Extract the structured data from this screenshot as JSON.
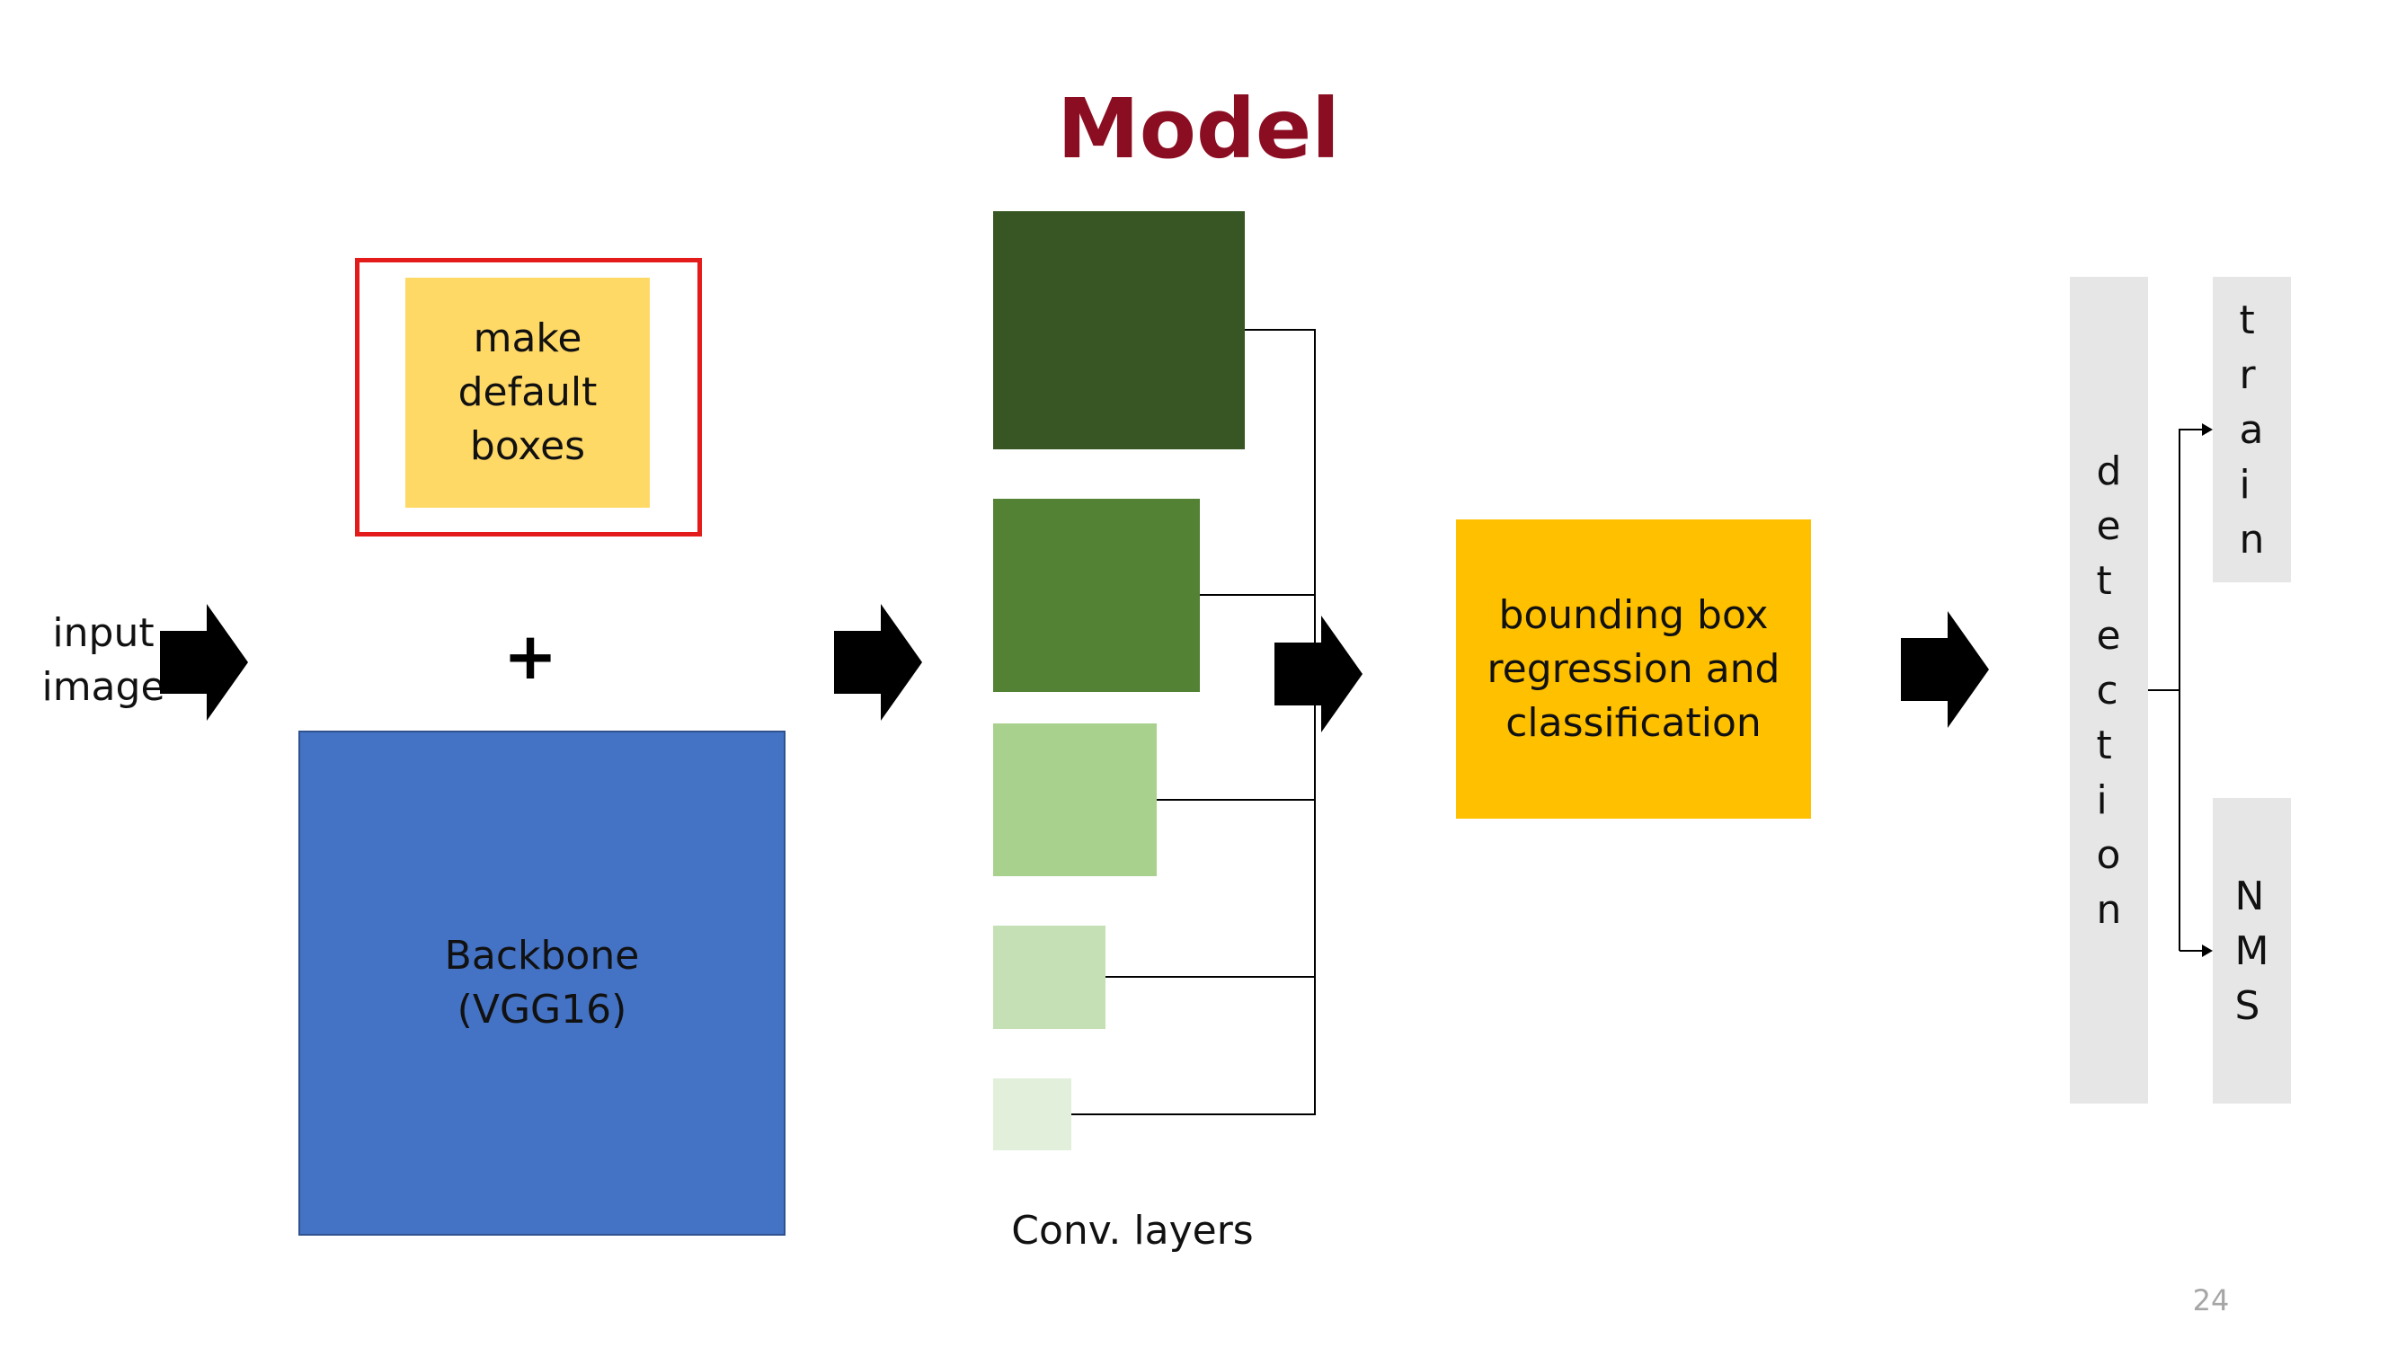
{
  "title": "Model",
  "input_label": "input\nimage",
  "plus_sign": "+",
  "default_boxes_label": "make\ndefault\nboxes",
  "backbone_label": "Backbone\n(VGG16)",
  "conv_layers_label": "Conv. layers",
  "head_label": "bounding box\nregression and\nclassification",
  "detection_label": "detection",
  "train_label": "train",
  "nms_label": "NMS",
  "page_number": "24",
  "colors": {
    "title": "#8b0d22",
    "default_boxes": "#ffd966",
    "highlight_border": "#e31b1b",
    "backbone": "#4472c4",
    "head": "#ffc000",
    "conv": [
      "#375623",
      "#548235",
      "#a9d18e",
      "#c5e0b4",
      "#e2efda"
    ],
    "side_panels": "#e6e6e6"
  },
  "icons": [
    "input-arrow-icon",
    "backbone-arrow-icon",
    "conv-arrow-icon",
    "head-arrow-icon"
  ]
}
